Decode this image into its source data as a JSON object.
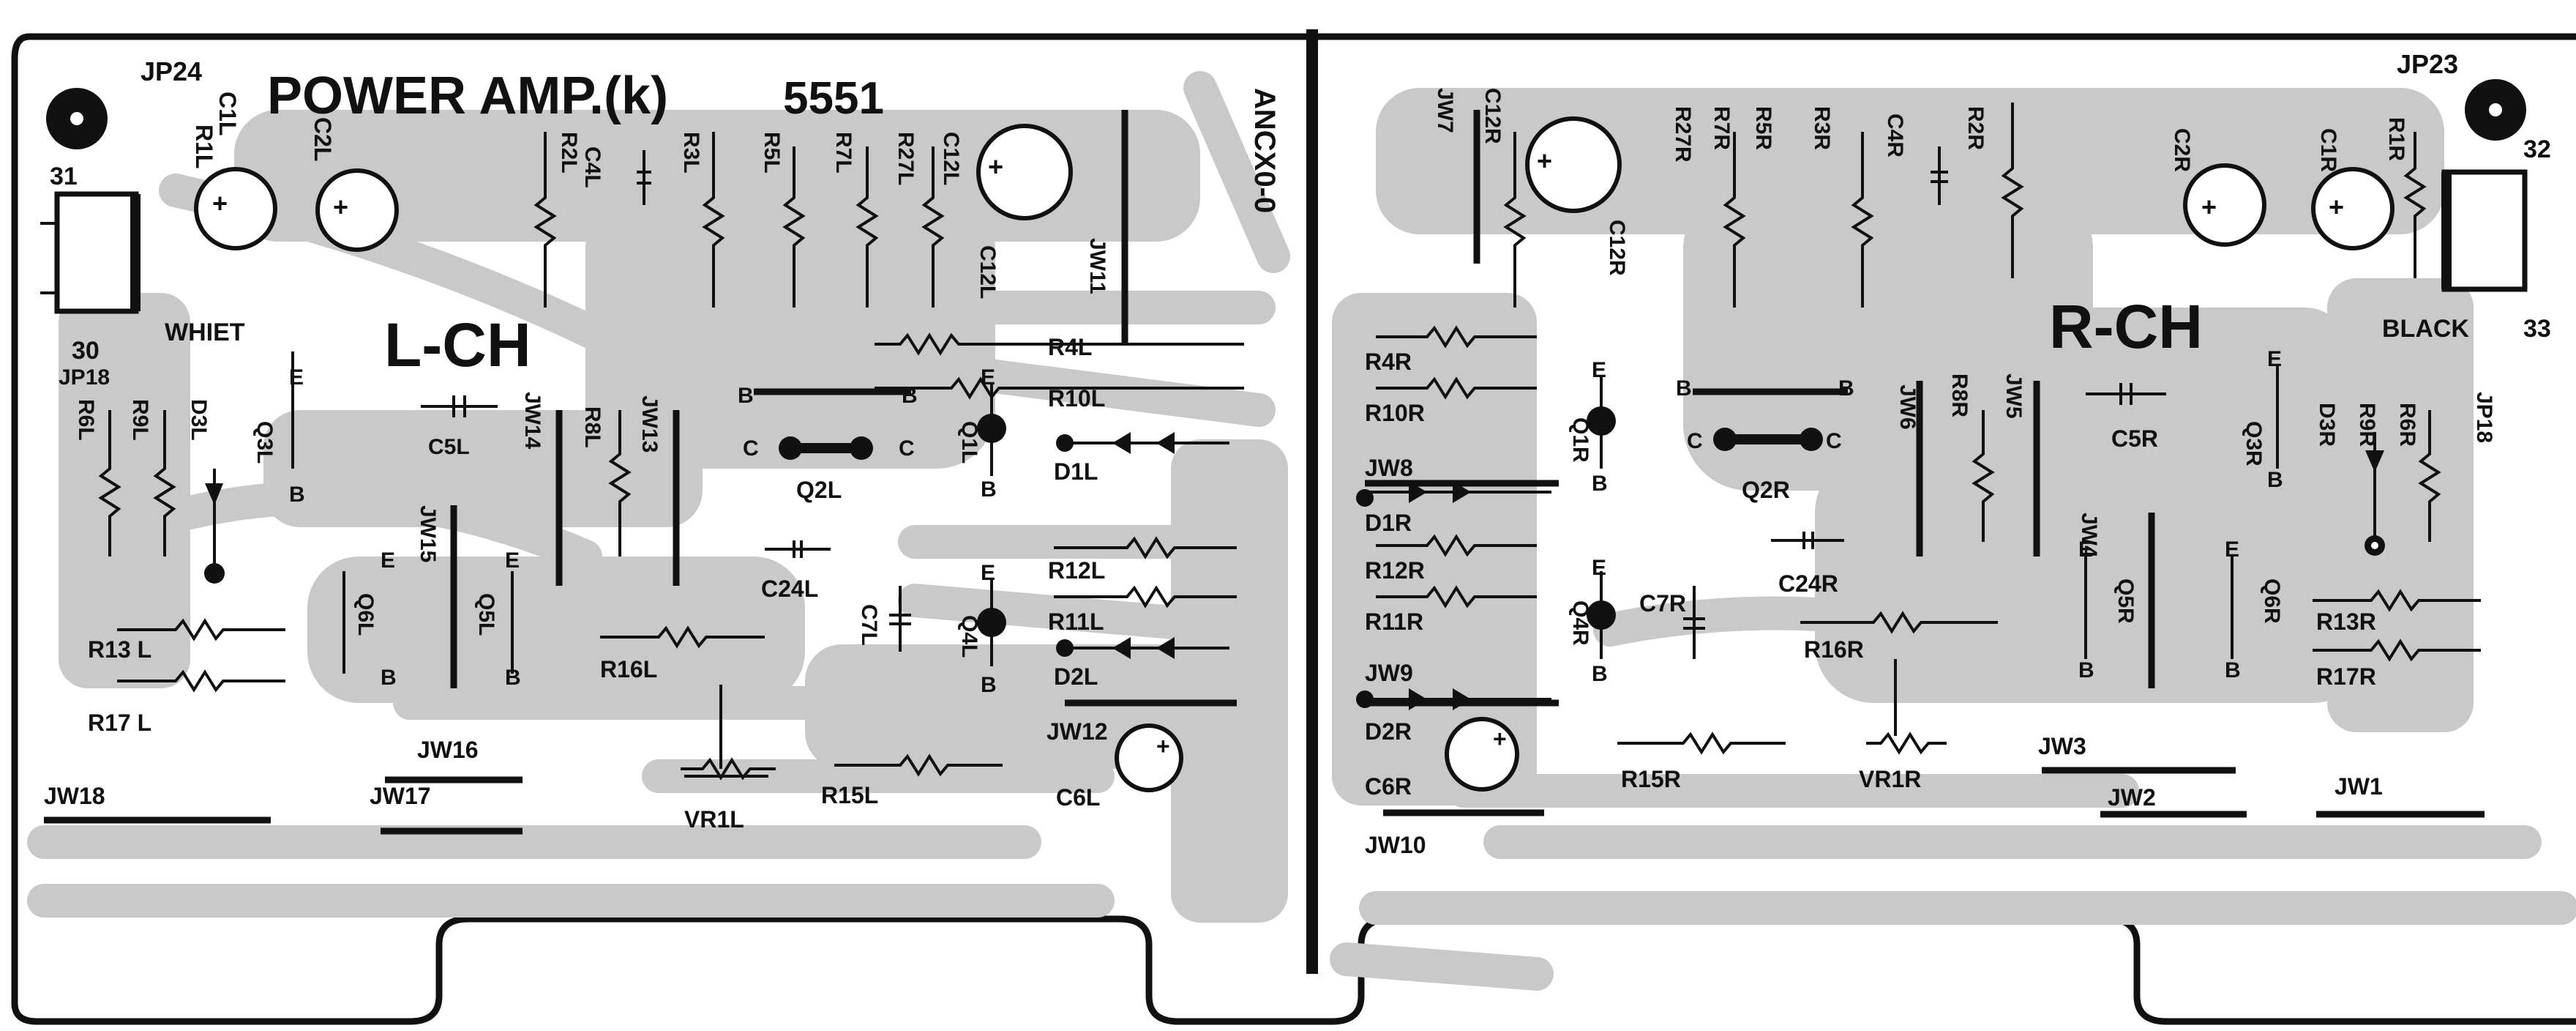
{
  "board": {
    "title": "POWER AMP.(k)",
    "code": "5551",
    "mirror_text": "ANCX0-0"
  },
  "left": {
    "channel": "L-CH",
    "wire_color": "WHIET",
    "jumper_point": "JP24",
    "pin_top": "31",
    "pin_bottom": "30",
    "labels": {
      "R1L": "R1L",
      "C1L": "C1L",
      "C2L": "C2L",
      "R2L": "R2L",
      "C4L": "C4L",
      "R3L": "R3L",
      "R5L": "R5L",
      "R7L": "R7L",
      "R27L": "R27L",
      "C12L_a": "C12L",
      "C12L_b": "C12L",
      "JW11": "JW11",
      "JP18": "JP18",
      "R6L": "R6L",
      "R9L": "R9L",
      "D3L": "D3L",
      "Q3L": "Q3L",
      "C5L": "C5L",
      "JW14": "JW14",
      "R8L": "R8L",
      "JW13": "JW13",
      "Q2L": "Q2L",
      "Q1L": "Q1L",
      "R4L": "R4L",
      "R10L": "R10L",
      "D1L": "D1L",
      "JW15": "JW15",
      "Q6L": "Q6L",
      "Q5L": "Q5L",
      "C24L": "C24L",
      "C7L": "C7L",
      "Q4L": "Q4L",
      "R12L": "R12L",
      "R11L": "R11L",
      "D2L": "D2L",
      "R13L": "R13 L",
      "R17L": "R17 L",
      "R16L": "R16L",
      "JW16": "JW16",
      "JW17": "JW17",
      "JW18": "JW18",
      "VR1L": "VR1L",
      "R15L": "R15L",
      "JW12": "JW12",
      "C6L": "C6L"
    }
  },
  "right": {
    "channel": "R-CH",
    "wire_color": "BLACK",
    "jumper_point": "JP23",
    "pin_top": "32",
    "pin_bottom": "33",
    "labels": {
      "JW7": "JW7",
      "C12R_a": "C12R",
      "C12R_b": "C12R",
      "R27R": "R27R",
      "R7R": "R7R",
      "R5R": "R5R",
      "R3R": "R3R",
      "C4R": "C4R",
      "R2R": "R2R",
      "C2R": "C2R",
      "C1R": "C1R",
      "R1R": "R1R",
      "R4R": "R4R",
      "R10R": "R10R",
      "Q1R": "Q1R",
      "Q2R": "Q2R",
      "JW6": "JW6",
      "R8R": "R8R",
      "JW5": "JW5",
      "C5R": "C5R",
      "Q3R": "Q3R",
      "D3R": "D3R",
      "R9R": "R9R",
      "R6R": "R6R",
      "JP18": "JP18",
      "JW8": "JW8",
      "D1R": "D1R",
      "R12R": "R12R",
      "R11R": "R11R",
      "Q4R": "Q4R",
      "C7R": "C7R",
      "C24R": "C24R",
      "JW4": "JW4",
      "Q5R": "Q5R",
      "Q6R": "Q6R",
      "R13R": "R13R",
      "R17R": "R17R",
      "R16R": "R16R",
      "JW9": "JW9",
      "D2R": "D2R",
      "C6R": "C6R",
      "JW10": "JW10",
      "R15R": "R15R",
      "VR1R": "VR1R",
      "JW3": "JW3",
      "JW2": "JW2",
      "JW1": "JW1"
    }
  },
  "pins": {
    "e": "E",
    "b": "B",
    "c": "C",
    "plus": "+"
  },
  "colors": {
    "ink": "#111111",
    "copper": "#c9c9c9",
    "board": "#ffffff"
  }
}
